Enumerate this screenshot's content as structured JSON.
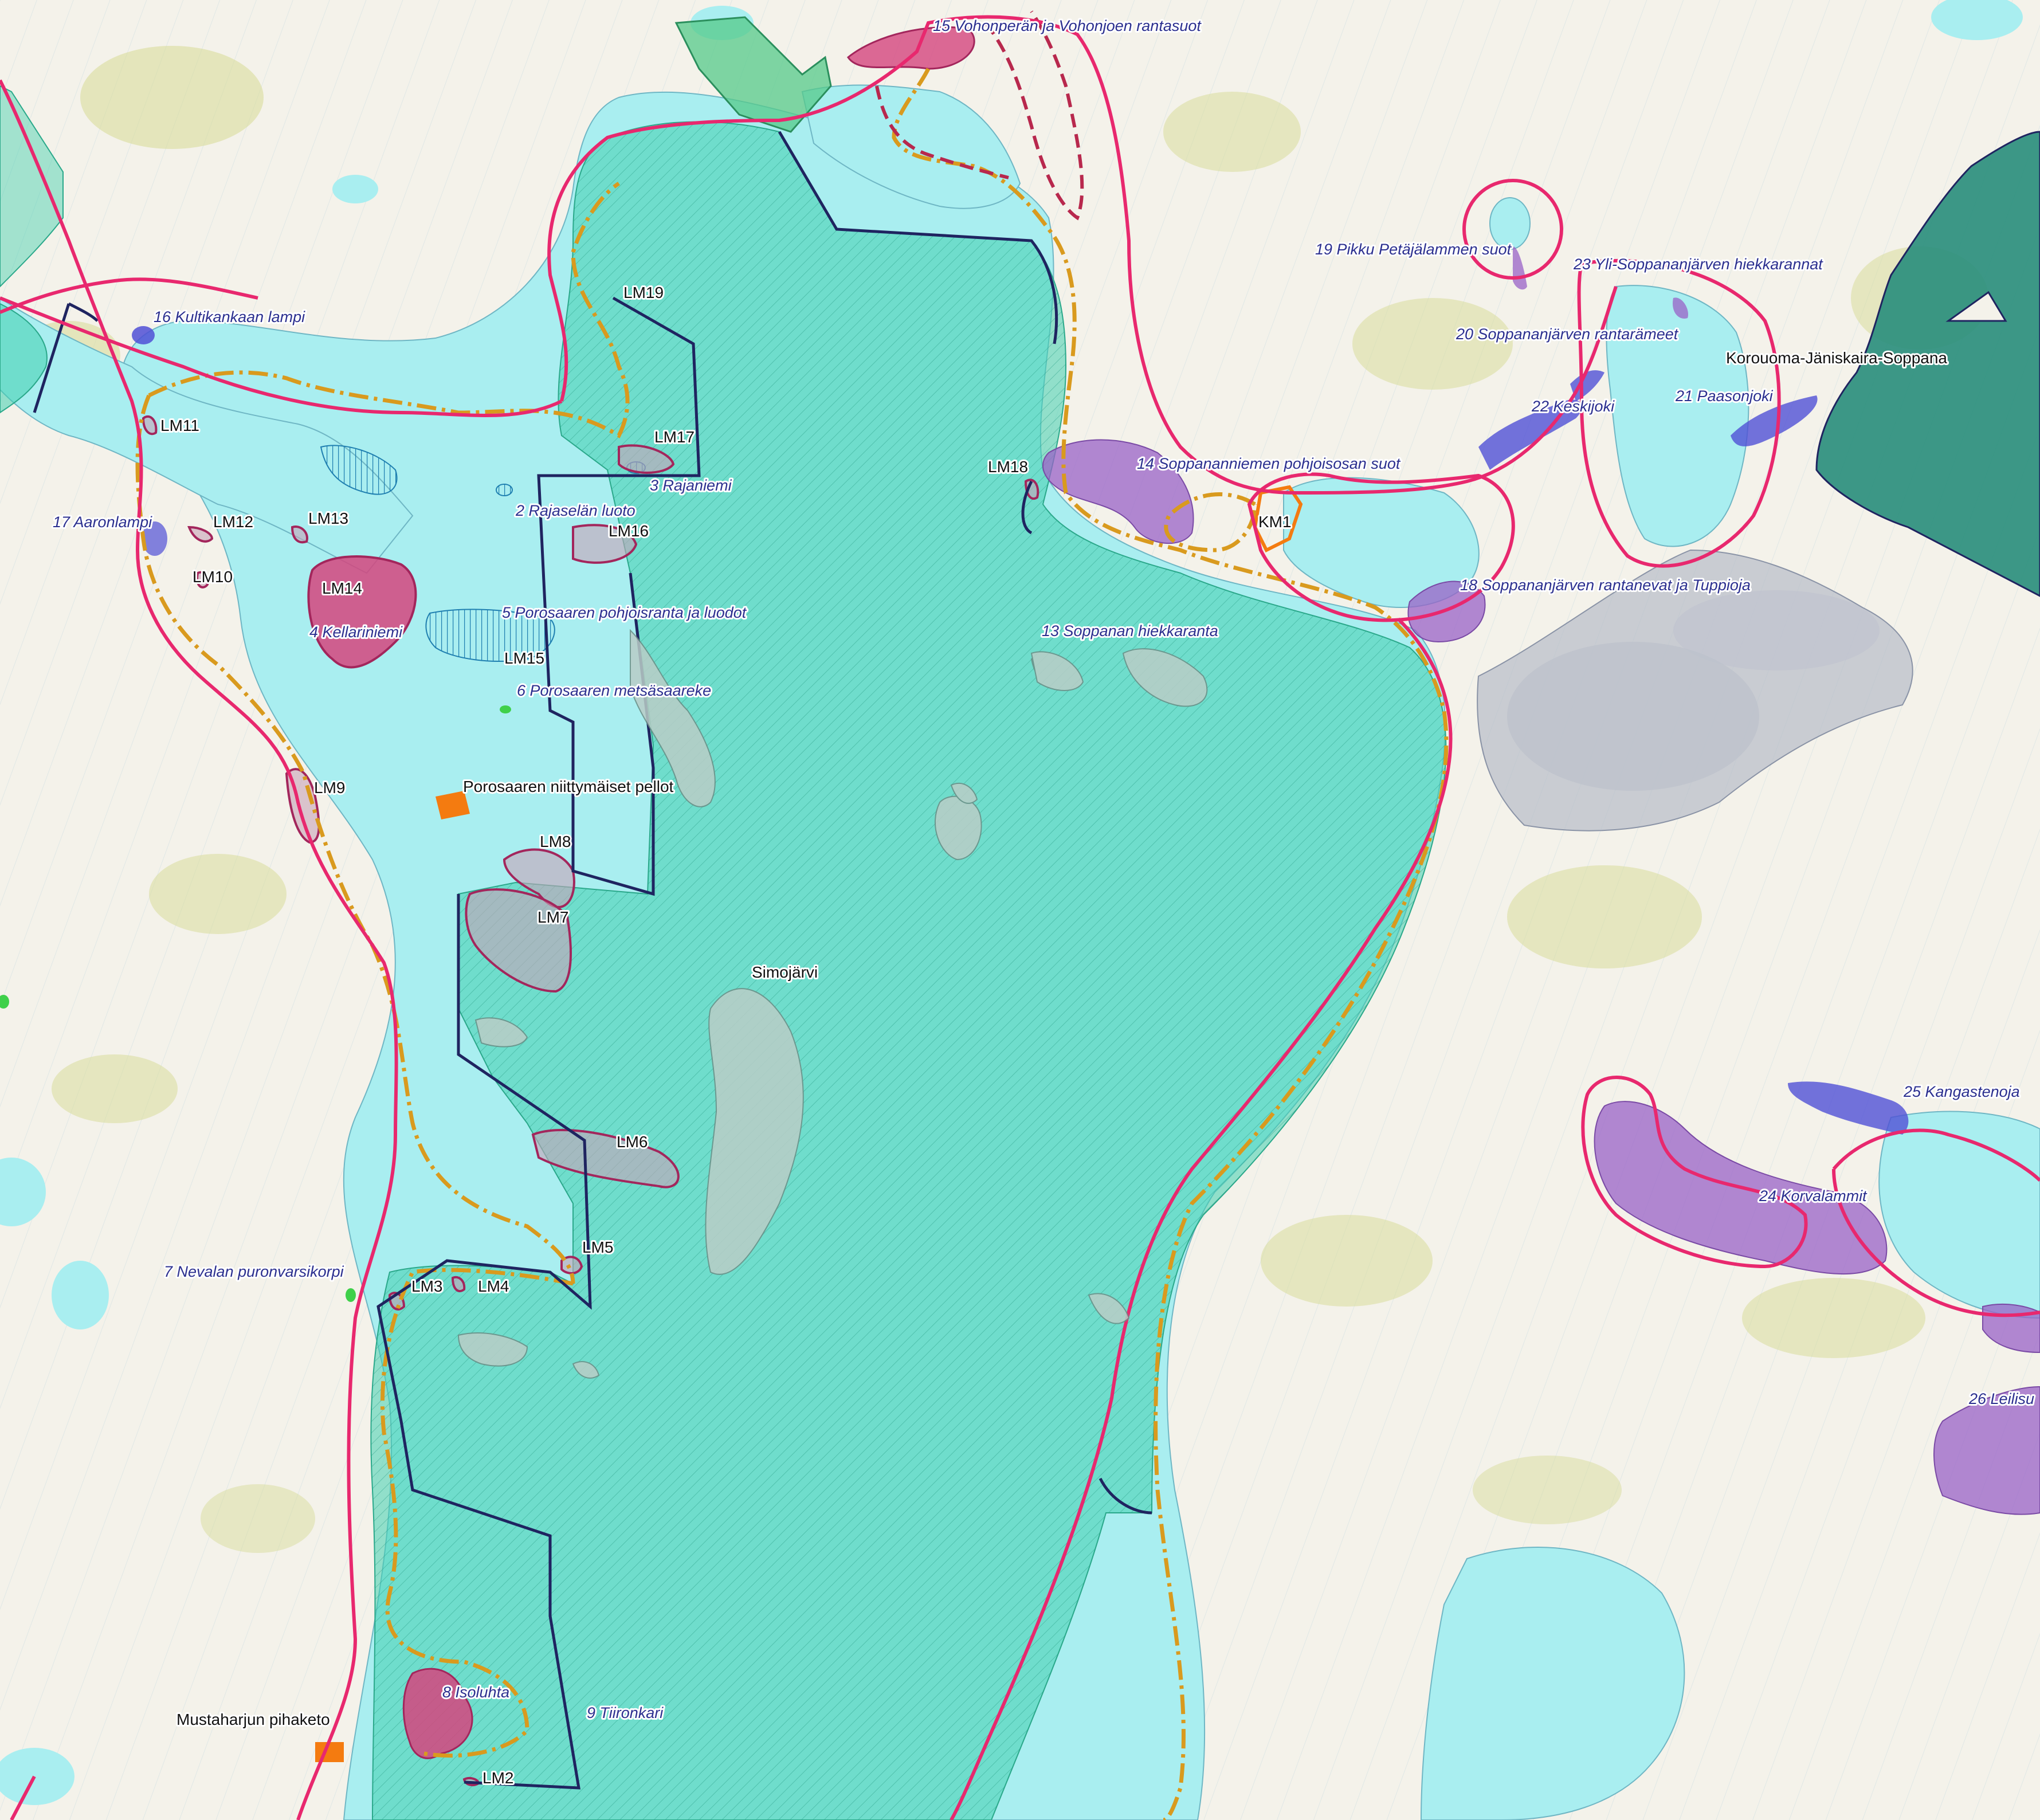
{
  "colors": {
    "land": "#f4f2ea",
    "water": "#a9eef0",
    "natura_fill": "#3fcfae",
    "dark_forest": "#2b8f7d",
    "boundary_pink": "#e8286e",
    "boundary_navy": "#1f2460",
    "boundary_gold": "#d99a1e",
    "habitat_red": "#d5457e",
    "habitat_violet": "#9a62c7",
    "habitat_blue": "#5050d6",
    "field_orange": "#f47b10",
    "green_area": "#56c98a"
  },
  "labels": {
    "site_15": "15 Vohonperän ja Vohonjoen rantasuot",
    "site_19": "19 Pikku Petäjälammen suot",
    "site_23": "23 Yli-Soppananjärven hiekkarannat",
    "site_20": "20 Soppananjärven rantarämeet",
    "site_22": "22 Keskijoki",
    "site_21": "21 Paasonjoki",
    "site_korouoma": "Korouoma-Jäniskaira-Soppana",
    "site_14": "14 Soppananniemen pohjoisosan suot",
    "site_16": "16 Kultikankaan lampi",
    "site_17": "17 Aaronlampi",
    "site_3": "3 Rajaniemi",
    "site_2": "2 Rajaselän luoto",
    "site_5": "5 Porosaaren pohjoisranta ja luodot",
    "site_6": "6 Porosaaren metsäsaareke",
    "site_4": "4 Kellariniemi",
    "site_13": "13 Soppanan hiekkaranta",
    "site_18": "18 Soppananjärven rantanevat ja Tuppioja",
    "site_poro_fields": "Porosaaren niittymäiset pellot",
    "site_25": "25 Kangastenoja",
    "site_24": "24 Korvalammit",
    "site_26": "26 Leilisu",
    "site_7": "7 Nevalan puronvarsikorpi",
    "site_8": "8 Isoluhta",
    "site_9": "9 Tiironkari",
    "site_mustaharju": "Mustaharjun pihaketo",
    "lake_simojarvi": "Simojärvi",
    "lm19": "LM19",
    "lm17": "LM17",
    "lm11": "LM11",
    "lm12": "LM12",
    "lm13": "LM13",
    "lm16": "LM16",
    "lm10": "LM10",
    "lm14": "LM14",
    "lm15": "LM15",
    "lm9": "LM9",
    "lm8": "LM8",
    "lm7": "LM7",
    "lm6": "LM6",
    "lm5": "LM5",
    "lm3": "LM3",
    "lm4": "LM4",
    "lm2": "LM2",
    "lm18": "LM18",
    "km1": "KM1"
  }
}
